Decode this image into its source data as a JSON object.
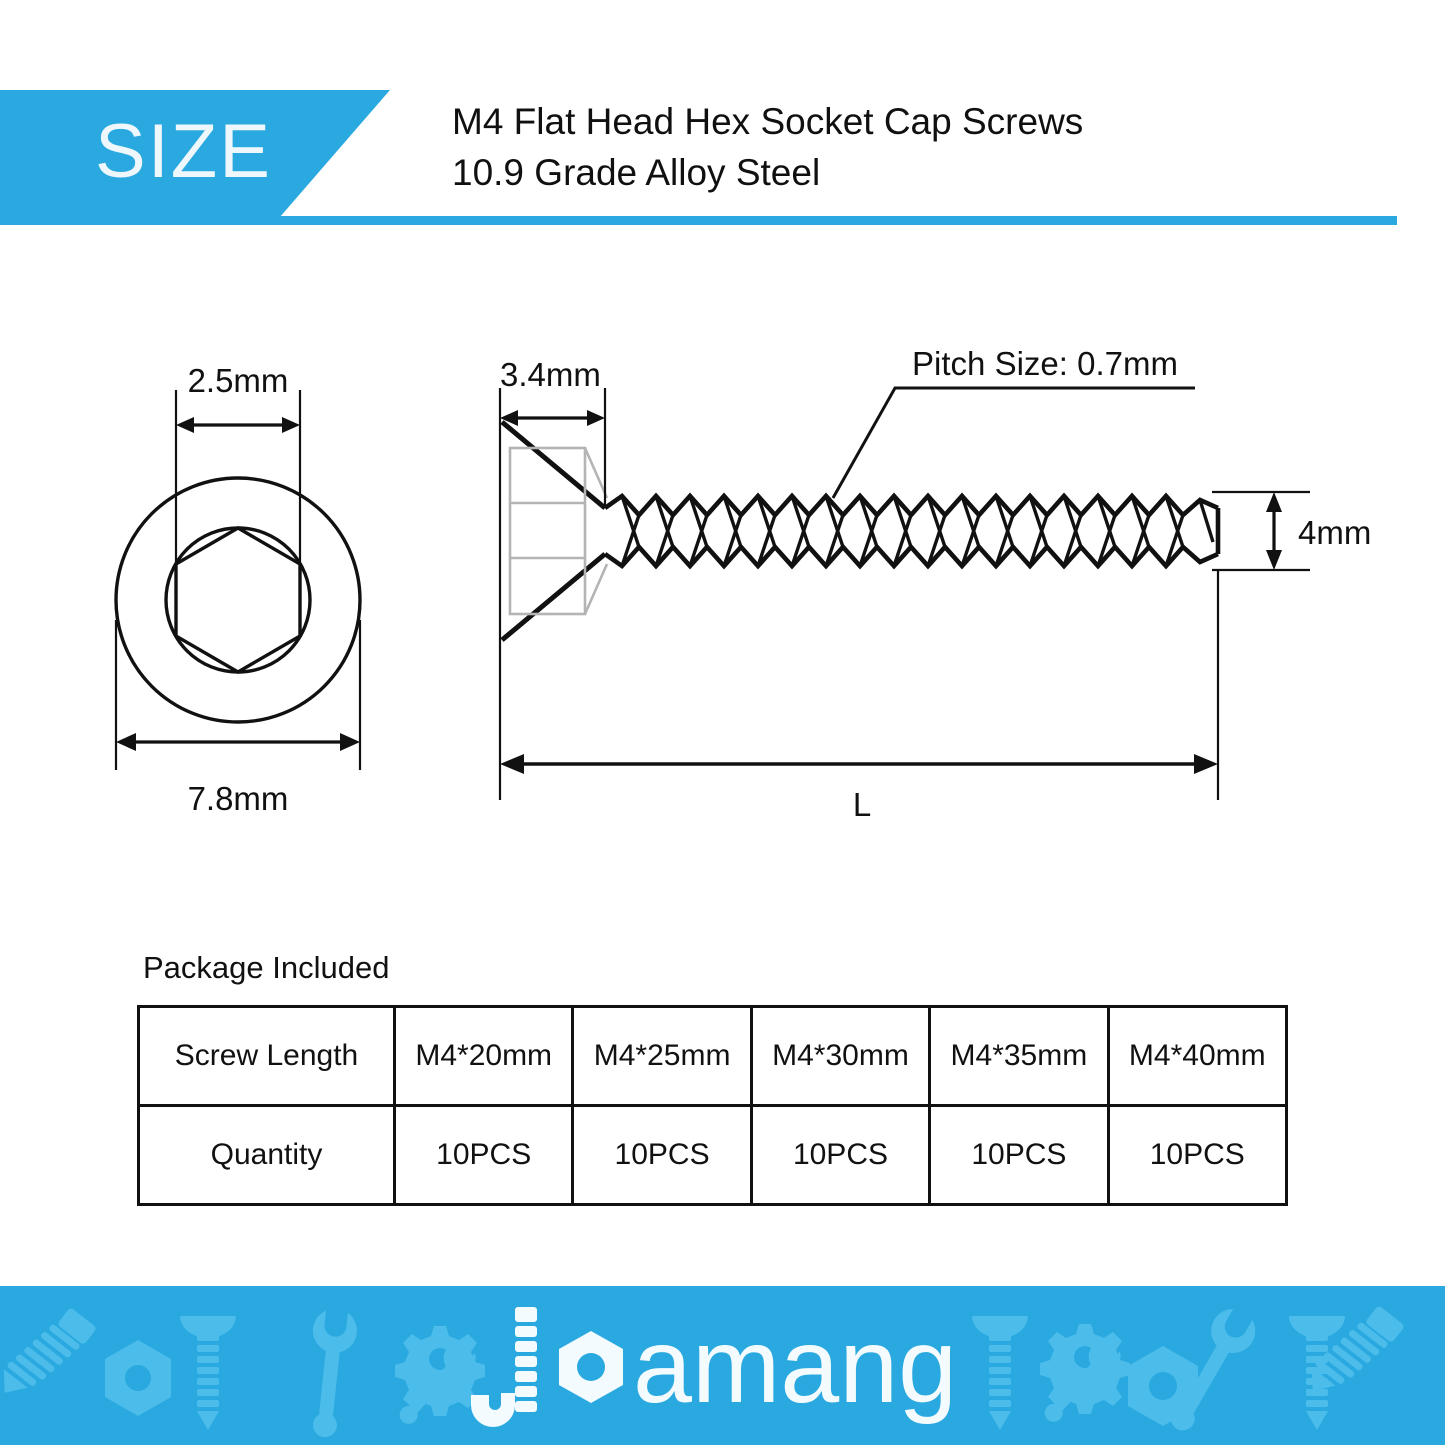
{
  "brand": {
    "name": "Joamang",
    "accent_color": "#29a9e0",
    "pattern_color": "#4cbcea",
    "logo_color": "#f4fbfe"
  },
  "header": {
    "badge_label": "SIZE",
    "title_line1": "M4 Flat Head Hex Socket Cap Screws",
    "title_line2": "10.9 Grade Alloy Steel"
  },
  "diagram": {
    "top_view": {
      "socket_width_label": "2.5mm",
      "head_diameter_label": "7.8mm"
    },
    "side_view": {
      "head_height_label": "3.4mm",
      "pitch_label": "Pitch Size: 0.7mm",
      "thread_diameter_label": "4mm",
      "length_label": "L"
    }
  },
  "package": {
    "title": "Package Included",
    "rows": [
      {
        "header": "Screw Length",
        "cells": [
          "M4*20mm",
          "M4*25mm",
          "M4*30mm",
          "M4*35mm",
          "M4*40mm"
        ]
      },
      {
        "header": "Quantity",
        "cells": [
          "10PCS",
          "10PCS",
          "10PCS",
          "10PCS",
          "10PCS"
        ]
      }
    ]
  },
  "chart_data": {
    "type": "table",
    "title": "Package Included",
    "categories": [
      "M4*20mm",
      "M4*25mm",
      "M4*30mm",
      "M4*35mm",
      "M4*40mm"
    ],
    "values": [
      10,
      10,
      10,
      10,
      10
    ],
    "xlabel": "Screw Length",
    "ylabel": "Quantity",
    "unit": "PCS",
    "dimensions": {
      "socket_across_flats_mm": 2.5,
      "head_diameter_mm": 7.8,
      "head_height_mm": 3.4,
      "thread_pitch_mm": 0.7,
      "thread_diameter_mm": 4
    }
  }
}
